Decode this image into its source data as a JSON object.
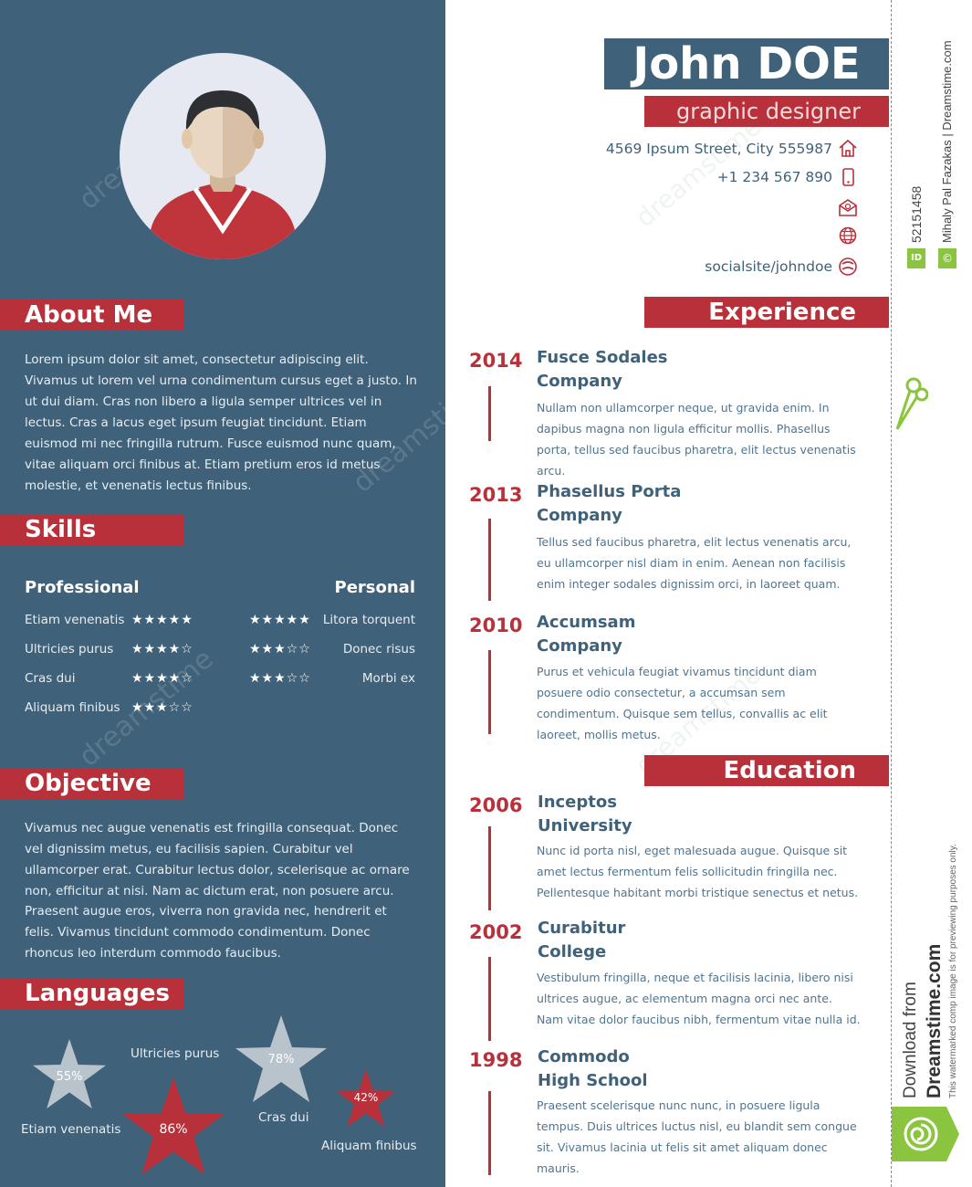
{
  "header": {
    "name": "John DOE",
    "role": "graphic designer"
  },
  "contact": {
    "address": "4569 Ipsum Street, City 555987",
    "phone": "+1 234 567 890",
    "social": "socialsite/johndoe"
  },
  "about": {
    "title": "About Me",
    "text": "Lorem ipsum dolor sit amet, consectetur adipiscing elit. Vivamus ut lorem vel urna condimentum cursus eget a justo. In ut dui diam. Cras non libero a ligula semper ultrices vel in lectus. Cras a lacus eget ipsum feugiat tincidunt. Etiam euismod mi nec fringilla rutrum. Fusce euismod nunc quam, vitae aliquam orci finibus at. Etiam pretium eros id metus molestie, et venenatis lectus finibus."
  },
  "skills": {
    "title": "Skills",
    "professional_label": "Professional",
    "personal_label": "Personal",
    "professional": [
      {
        "name": "Etiam venenatis",
        "rating": 5
      },
      {
        "name": "Ultricies purus",
        "rating": 4
      },
      {
        "name": "Cras dui",
        "rating": 4
      },
      {
        "name": "Aliquam finibus",
        "rating": 3
      }
    ],
    "personal": [
      {
        "name": "Litora torquent",
        "rating": 5
      },
      {
        "name": "Donec risus",
        "rating": 3
      },
      {
        "name": "Morbi ex",
        "rating": 3
      }
    ]
  },
  "objective": {
    "title": "Objective",
    "text1": "Vivamus nec augue venenatis est fringilla consequat. Donec vel dignissim metus, eu facilisis sapien. Curabitur vel ullamcorper erat. Curabitur lectus dolor, scelerisque ac ornare non, efficitur at nisi. Nam ac dictum erat, non posuere arcu.",
    "text2": "Praesent augue eros, viverra non gravida nec, hendrerit et felis. Vivamus tincidunt commodo condimentum. Donec rhoncus leo interdum commodo faucibus."
  },
  "languages": {
    "title": "Languages",
    "items": [
      {
        "name": "Etiam venenatis",
        "percent": "55%",
        "value": 55,
        "color": "#b8c3cc"
      },
      {
        "name": "Ultricies purus",
        "percent": "86%",
        "value": 86,
        "color": "#b8313a"
      },
      {
        "name": "Cras dui",
        "percent": "78%",
        "value": 78,
        "color": "#b8c3cc"
      },
      {
        "name": "Aliquam finibus",
        "percent": "42%",
        "value": 42,
        "color": "#b8313a"
      }
    ]
  },
  "experience": {
    "title": "Experience",
    "items": [
      {
        "year": "2014",
        "line1": "Fusce Sodales",
        "line2": "Company",
        "desc": "Nullam non ullamcorper neque, ut gravida enim. In dapibus magna non ligula efficitur mollis. Phasellus porta, tellus sed faucibus pharetra, elit lectus venenatis arcu."
      },
      {
        "year": "2013",
        "line1": "Phasellus Porta",
        "line2": "Company",
        "desc": "Tellus sed faucibus pharetra, elit lectus venenatis arcu, eu ullamcorper nisl diam in enim. Aenean non facilisis enim integer sodales dignissim orci, in laoreet quam."
      },
      {
        "year": "2010",
        "line1": "Accumsam",
        "line2": "Company",
        "desc": "Purus et vehicula feugiat vivamus tincidunt diam posuere odio consectetur, a accumsan sem condimentum. Quisque sem tellus, convallis ac elit laoreet, mollis metus."
      }
    ]
  },
  "education": {
    "title": "Education",
    "items": [
      {
        "year": "2006",
        "line1": "Inceptos",
        "line2": "University",
        "desc": "Nunc id porta nisl, eget malesuada augue. Quisque sit amet lectus fermentum felis sollicitudin fringilla nec. Pellentesque habitant morbi tristique senectus et netus."
      },
      {
        "year": "2002",
        "line1": "Curabitur",
        "line2": "College",
        "desc": "Vestibulum fringilla, neque et facilisis lacinia, libero nisi ultrices augue, ac elementum magna orci nec ante. Nam vitae dolor faucibus nibh, fermentum vitae nulla id."
      },
      {
        "year": "1998",
        "line1": "Commodo",
        "line2": "High School",
        "desc": "Praesent scelerisque nunc nunc, in posuere ligula tempus. Duis ultrices luctus nisl, eu blandit sem congue sit. Vivamus lacinia ut felis sit amet aliquam donec mauris."
      }
    ]
  },
  "stock": {
    "id_badge": "ID",
    "id_number": "52151458",
    "copyright_badge": "©",
    "credit": "Mihaly Pal Fazakas | Dreamstime.com",
    "download_from": "Download from",
    "brand": "Dreamstime.com",
    "disclaimer": "This watermarked comp image is for previewing purposes only.",
    "watermark": "dreamstime"
  },
  "colors": {
    "sidebar": "#3f6179",
    "accent": "#b8313a",
    "nameplate": "#3f6179",
    "stock_green": "#8bc53f"
  }
}
